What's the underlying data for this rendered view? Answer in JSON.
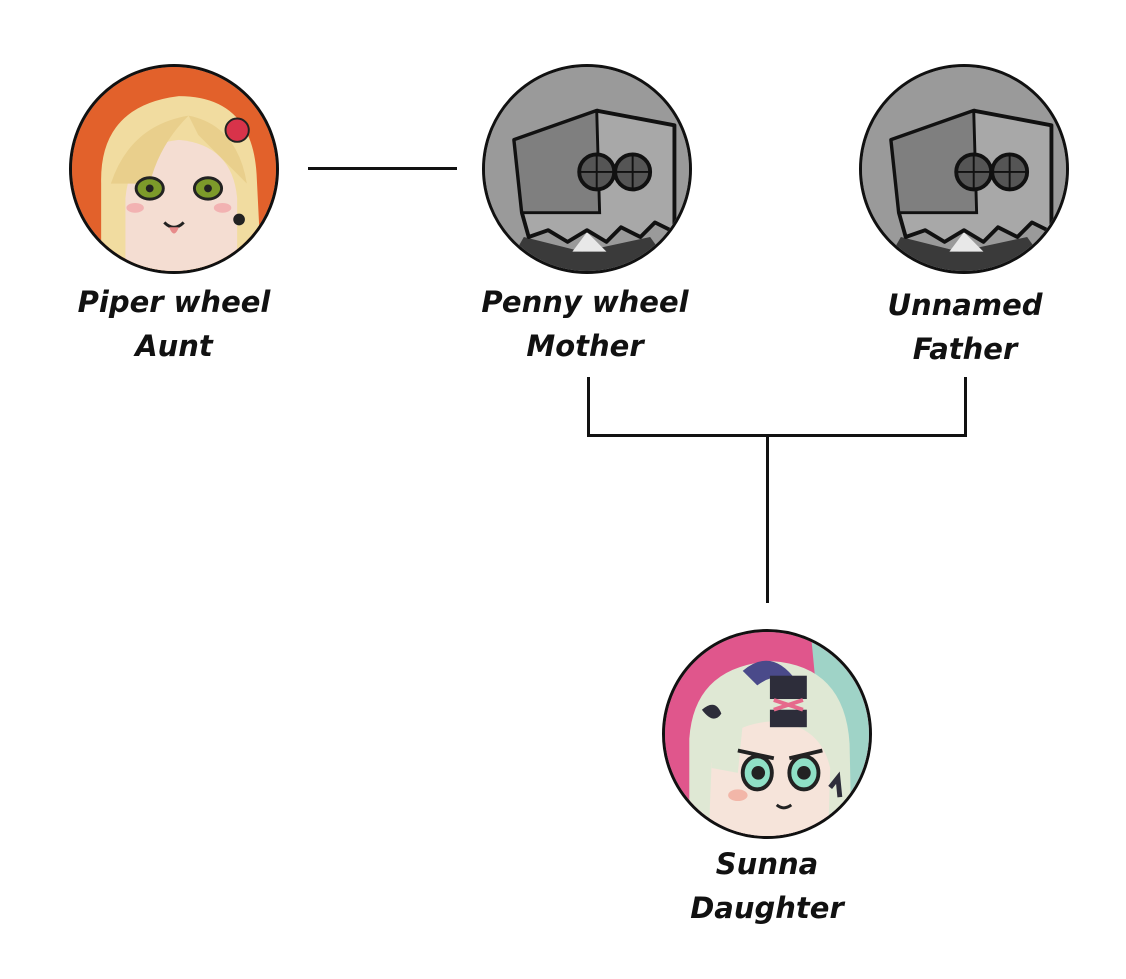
{
  "members": {
    "aunt": {
      "name": "Piper wheel",
      "role": "Aunt",
      "avatar_icon": "blonde-girl-avatar-icon"
    },
    "mother": {
      "name": "Penny wheel",
      "role": "Mother",
      "avatar_icon": "paper-bag-head-avatar-icon"
    },
    "father": {
      "name": "Unnamed",
      "role": "Father",
      "avatar_icon": "paper-bag-head-avatar-icon"
    },
    "daughter": {
      "name": "Sunna",
      "role": "Daughter",
      "avatar_icon": "mint-hair-girl-avatar-icon"
    }
  },
  "colors": {
    "line": "#111111",
    "aunt_background": "#e2612b",
    "daughter_background": "#e0568c",
    "bag_gray": "#9a9a9a"
  }
}
